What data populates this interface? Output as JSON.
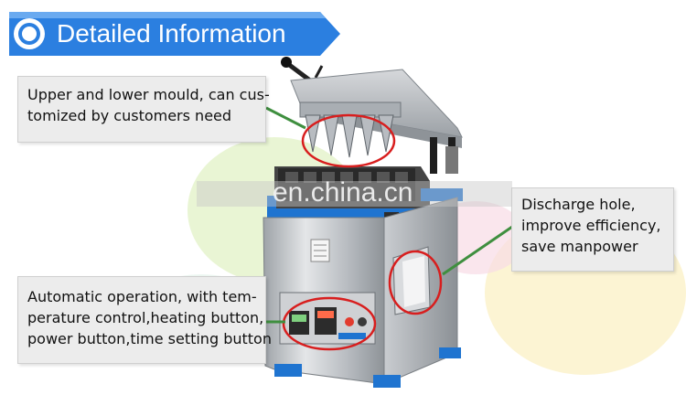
{
  "header": {
    "title": "Detailed Information"
  },
  "callouts": {
    "mould": {
      "lines": [
        "Upper and lower mould, can cus-",
        "tomized by customers need"
      ]
    },
    "discharge": {
      "lines": [
        "Discharge hole,",
        "improve efficiency,",
        "save manpower"
      ]
    },
    "automatic": {
      "lines": [
        "Automatic operation, with tem-",
        "perature control,heating button,",
        "power button,time setting button"
      ]
    }
  },
  "watermark": {
    "text": "en.china.cn"
  },
  "colors": {
    "banner_blue": "#2b7fe0",
    "machine_blue": "#1f74d0",
    "pointer_green": "#3f8f3f",
    "highlight_red": "#d81e1e",
    "steel": "#c4c7cb"
  }
}
